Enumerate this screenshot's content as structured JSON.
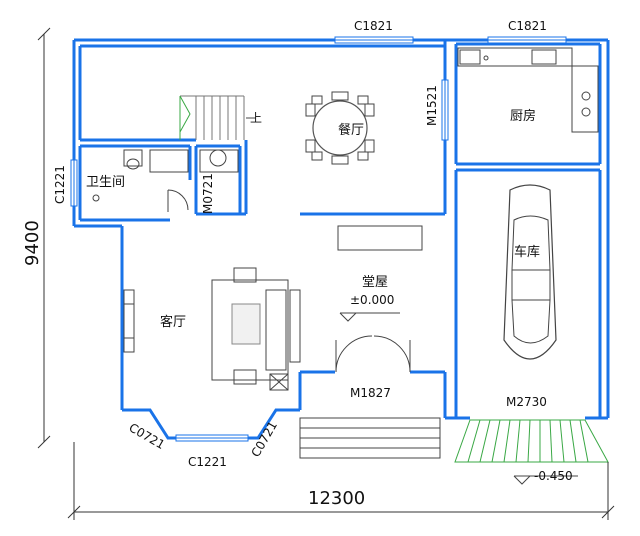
{
  "rooms": {
    "dining": "餐厅",
    "kitchen": "厨房",
    "bathroom": "卫生间",
    "living": "客厅",
    "hall": "堂屋",
    "garage": "车库"
  },
  "stair_label": "上",
  "levels": {
    "hall": "±0.000",
    "outside": "-0.450"
  },
  "openings": {
    "c1821_top_left": "C1821",
    "c1821_top_right": "C1821",
    "m1521": "M1521",
    "c1221_left": "C1221",
    "m0721": "M0721",
    "m1827": "M1827",
    "m2730": "M2730",
    "c0721_left": "C0721",
    "c1221_bottom": "C1221",
    "c0721_right": "C0721"
  },
  "dimensions": {
    "height": "9400",
    "width": "12300"
  },
  "colors": {
    "wall": "#1a73e8",
    "hatch": "#3aa845"
  }
}
